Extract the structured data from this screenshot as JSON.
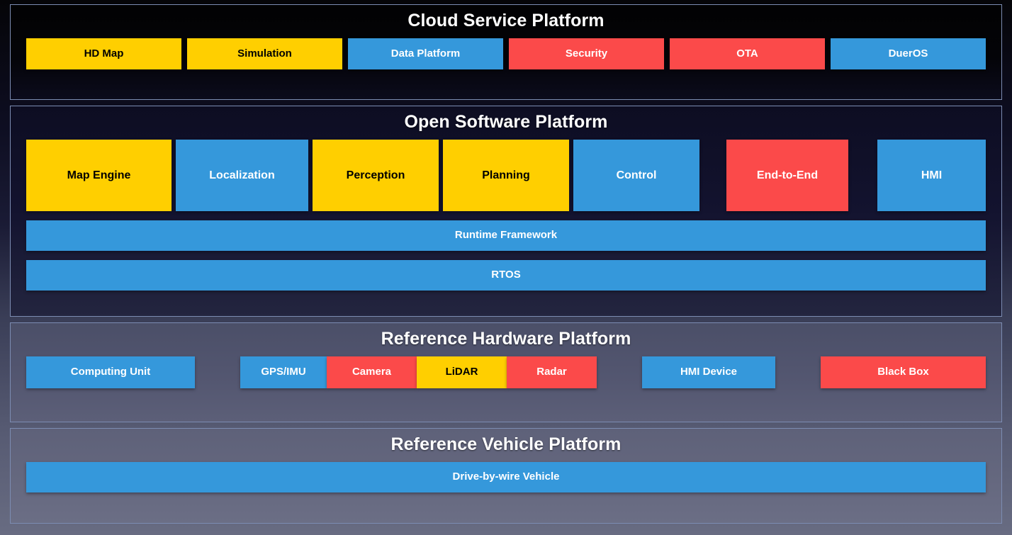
{
  "diagram": {
    "colors": {
      "yellow": "#ffcf00",
      "blue": "#3598db",
      "red": "#fb4a4a",
      "panel_border": "#7c8cb2",
      "title_text": "#ffffff"
    },
    "layers": [
      {
        "id": "cloud-service-platform",
        "title": "Cloud Service Platform",
        "items": [
          {
            "label": "HD Map",
            "color": "yellow"
          },
          {
            "label": "Simulation",
            "color": "yellow"
          },
          {
            "label": "Data Platform",
            "color": "blue"
          },
          {
            "label": "Security",
            "color": "red"
          },
          {
            "label": "OTA",
            "color": "red"
          },
          {
            "label": "DuerOS",
            "color": "blue"
          }
        ]
      },
      {
        "id": "open-software-platform",
        "title": "Open Software Platform",
        "items": [
          {
            "label": "Map Engine",
            "color": "yellow"
          },
          {
            "label": "Localization",
            "color": "blue"
          },
          {
            "label": "Perception",
            "color": "yellow"
          },
          {
            "label": "Planning",
            "color": "yellow"
          },
          {
            "label": "Control",
            "color": "blue"
          },
          {
            "label": "End-to-End",
            "color": "red"
          },
          {
            "label": "HMI",
            "color": "blue"
          }
        ],
        "full_width_items": [
          {
            "label": "Runtime Framework",
            "color": "blue"
          },
          {
            "label": "RTOS",
            "color": "blue"
          }
        ]
      },
      {
        "id": "reference-hardware-platform",
        "title": "Reference Hardware Platform",
        "items": [
          {
            "label": "Computing Unit",
            "color": "blue"
          },
          {
            "label": "GPS/IMU",
            "color": "blue"
          },
          {
            "label": "Camera",
            "color": "red"
          },
          {
            "label": "LiDAR",
            "color": "yellow"
          },
          {
            "label": "Radar",
            "color": "red"
          },
          {
            "label": "HMI Device",
            "color": "blue"
          },
          {
            "label": "Black Box",
            "color": "red"
          }
        ]
      },
      {
        "id": "reference-vehicle-platform",
        "title": "Reference Vehicle Platform",
        "items": [
          {
            "label": "Drive-by-wire Vehicle",
            "color": "blue"
          }
        ]
      }
    ]
  }
}
